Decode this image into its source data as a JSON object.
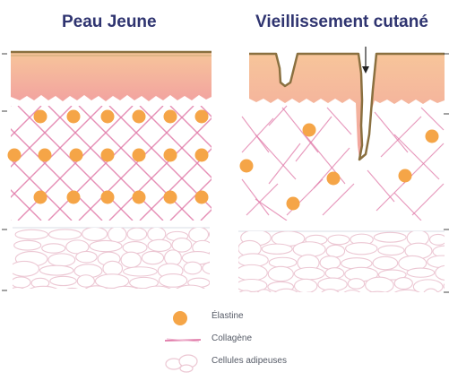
{
  "panels": {
    "left": {
      "title": "Peau Jeune"
    },
    "right": {
      "title": "Vieillissement cutané"
    }
  },
  "legend": {
    "elastin": {
      "label": "Élastine",
      "color": "#f5a547",
      "icon": "orange-dot"
    },
    "collagen": {
      "label": "Collagène",
      "color": "#e07aa8",
      "icon": "pink-line"
    },
    "adipose": {
      "label": "Cellules adipeuses",
      "color": "#ecc7d3",
      "icon": "cell-outline"
    }
  },
  "colors": {
    "epidermis_top": "#f7c59a",
    "epidermis_bottom": "#f2a3a0",
    "epidermis_edge": "#8a7040",
    "collagen": "#e07aa8",
    "elastin": "#f5a547",
    "adipose_outline": "#ecc7d3",
    "title": "#2f3470",
    "layer_marker": "#444444"
  }
}
